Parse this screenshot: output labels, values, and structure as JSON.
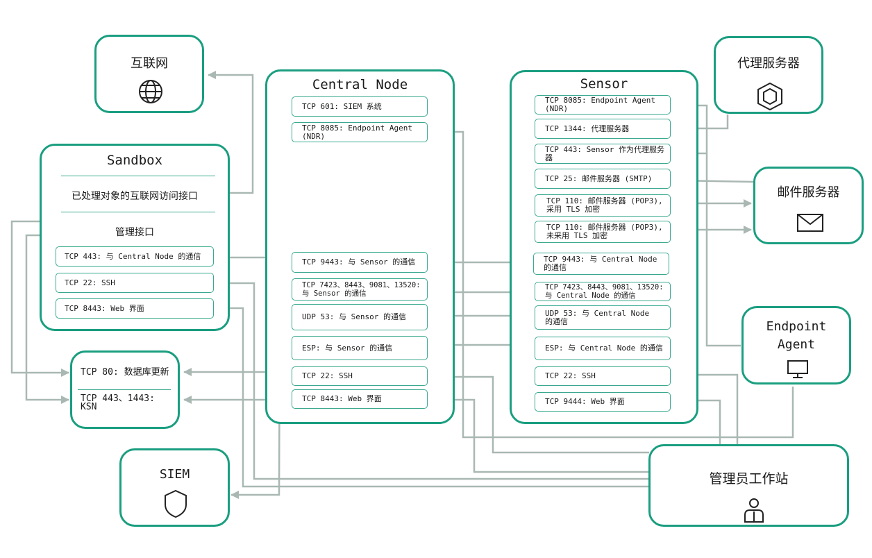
{
  "internet": {
    "label": "互联网"
  },
  "proxy": {
    "label": "代理服务器"
  },
  "mail": {
    "label": "邮件服务器"
  },
  "endpoint": {
    "label_line1": "Endpoint",
    "label_line2": "Agent"
  },
  "admin": {
    "label": "管理员工作站"
  },
  "siem": {
    "label": "SIEM"
  },
  "sandbox": {
    "title": "Sandbox",
    "internet_iface": "已处理对象的互联网访问接口",
    "mgmt_iface": "管理接口",
    "ports": [
      "TCP 443: 与 Central Node 的通信",
      "TCP 22: SSH",
      "TCP 8443: Web 界面"
    ]
  },
  "db": {
    "ports": [
      "TCP 80: 数据库更新",
      "TCP 443、1443: KSN"
    ]
  },
  "central": {
    "title": "Central Node",
    "ports": [
      "TCP 601: SIEM 系统",
      "TCP 8085: Endpoint Agent (NDR)",
      "TCP 9443: 与 Sensor 的通信",
      "TCP 7423、8443、9081、13520:\n与 Sensor 的通信",
      "UDP 53: 与 Sensor 的通信",
      "ESP: 与 Sensor 的通信",
      "TCP 22: SSH",
      "TCP 8443: Web 界面"
    ]
  },
  "sensor": {
    "title": "Sensor",
    "ports": [
      "TCP 8085: Endpoint Agent (NDR)",
      "TCP 1344: 代理服务器",
      "TCP 443: Sensor 作为代理服务器",
      "TCP 25: 邮件服务器 (SMTP)",
      "TCP 110: 邮件服务器 (POP3),\n采用 TLS 加密",
      "TCP 110: 邮件服务器 (POP3),\n未采用 TLS 加密",
      "TCP 9443: 与 Central Node\n的通信",
      "TCP 7423、8443、9081、13520:\n与 Central Node 的通信",
      "UDP 53: 与 Central Node\n的通信",
      "ESP: 与 Central Node 的通信",
      "TCP 22: SSH",
      "TCP 9444: Web 界面"
    ]
  },
  "colors": {
    "border": "#1a9e80",
    "line": "#a9b8b3"
  }
}
